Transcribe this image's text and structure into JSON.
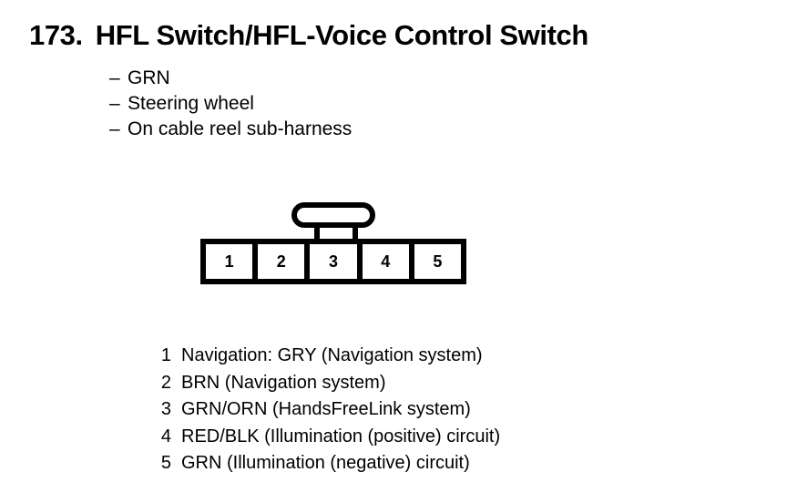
{
  "header": {
    "number": "173.",
    "title": "HFL Switch/HFL-Voice Control Switch"
  },
  "notes": {
    "dash": "–",
    "items": [
      "GRN",
      "Steering wheel",
      "On cable reel sub-harness"
    ]
  },
  "connector": {
    "cells": [
      "1",
      "2",
      "3",
      "4",
      "5"
    ],
    "latch_position": "top-center",
    "ink_color": "#000000",
    "fill_color": "#ffffff"
  },
  "legend": {
    "rows": [
      {
        "pin": "1",
        "description": "Navigation: GRY (Navigation system)"
      },
      {
        "pin": "2",
        "description": "BRN (Navigation system)"
      },
      {
        "pin": "3",
        "description": "GRN/ORN (HandsFreeLink system)"
      },
      {
        "pin": "4",
        "description": "RED/BLK (Illumination (positive) circuit)"
      },
      {
        "pin": "5",
        "description": "GRN (Illumination (negative) circuit)"
      }
    ]
  }
}
